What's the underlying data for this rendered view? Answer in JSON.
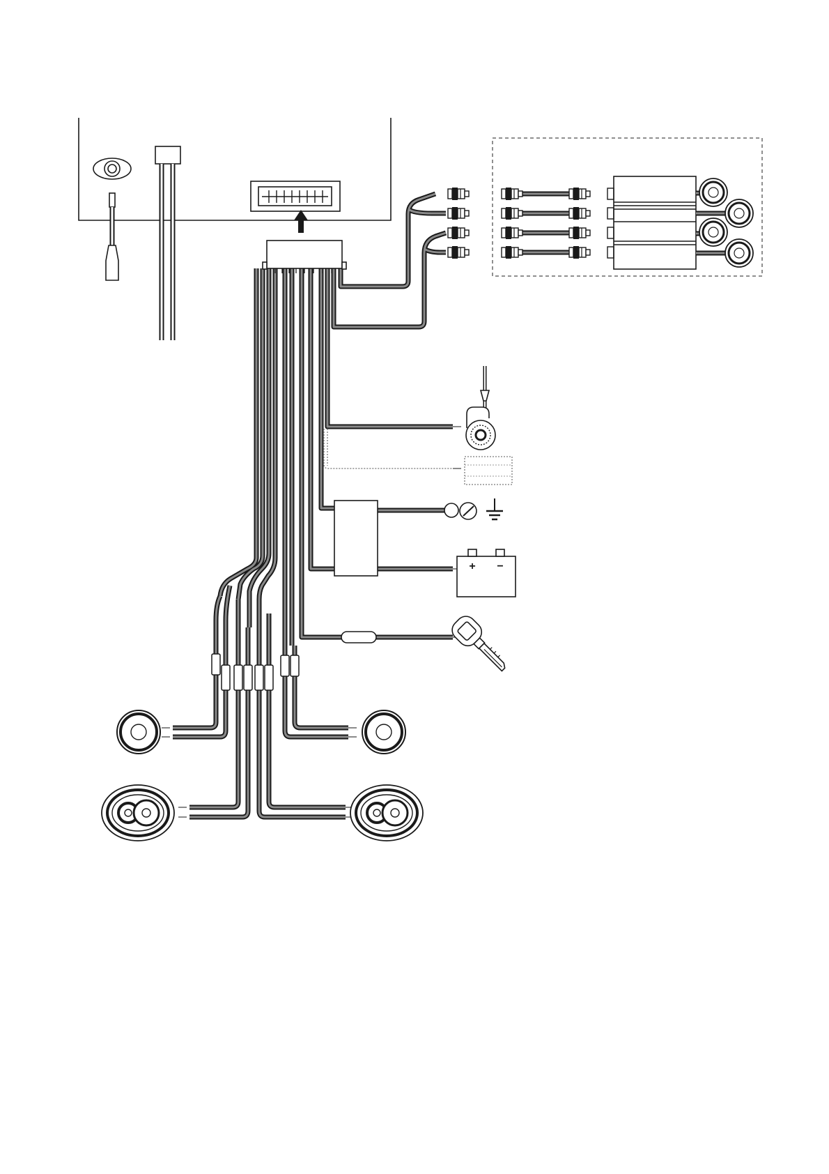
{
  "diagram": {
    "type": "wiring-diagram",
    "components": [
      "head-unit",
      "antenna-jack",
      "antenna-plug",
      "fuse-holder",
      "wiring-harness-connector",
      "rca-output-plugs",
      "external-amplifier",
      "amplifier-speakers",
      "rear-camera",
      "optional-accessory",
      "relay-box",
      "ground-terminal",
      "battery",
      "ignition-key",
      "inline-fuse",
      "front-left-speaker",
      "front-right-speaker",
      "rear-left-speaker",
      "rear-right-speaker"
    ],
    "battery_plus": "+",
    "battery_minus": "−"
  },
  "colors": {
    "outline": "#1a1a1a",
    "wire": "#8a8a8a",
    "background": "#ffffff"
  }
}
